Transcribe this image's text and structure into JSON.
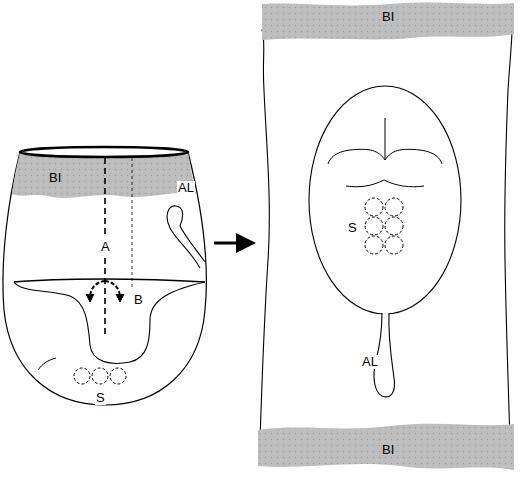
{
  "diagram": {
    "labels": [
      "BI",
      "A",
      "AL",
      "B",
      "S",
      "BI",
      "S",
      "AL",
      "BI"
    ]
  }
}
